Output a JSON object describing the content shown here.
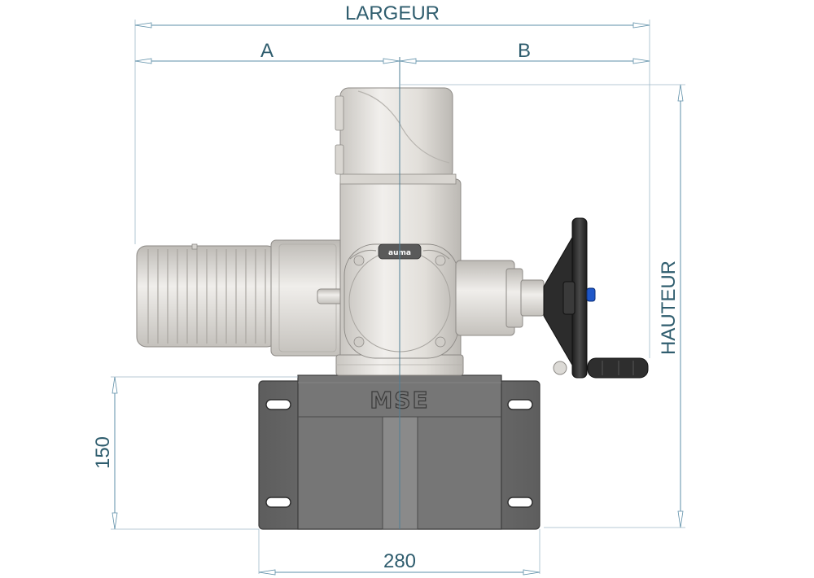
{
  "dimensions": {
    "width_label": "LARGEUR",
    "a_label": "A",
    "b_label": "B",
    "height_label": "HAUTEUR",
    "base_height_label": "150",
    "base_width_label": "280"
  },
  "branding": {
    "actuator_logo": "auma",
    "base_logo": "MSE"
  },
  "colors": {
    "dimension": "#5e8fa8",
    "dimension_text": "#2f5d6e",
    "actuator_body": "#e3e0dc",
    "base_plate": "#6f6f6f",
    "handwheel": "#2b2b2b",
    "knob_blue": "#1f57c8"
  }
}
